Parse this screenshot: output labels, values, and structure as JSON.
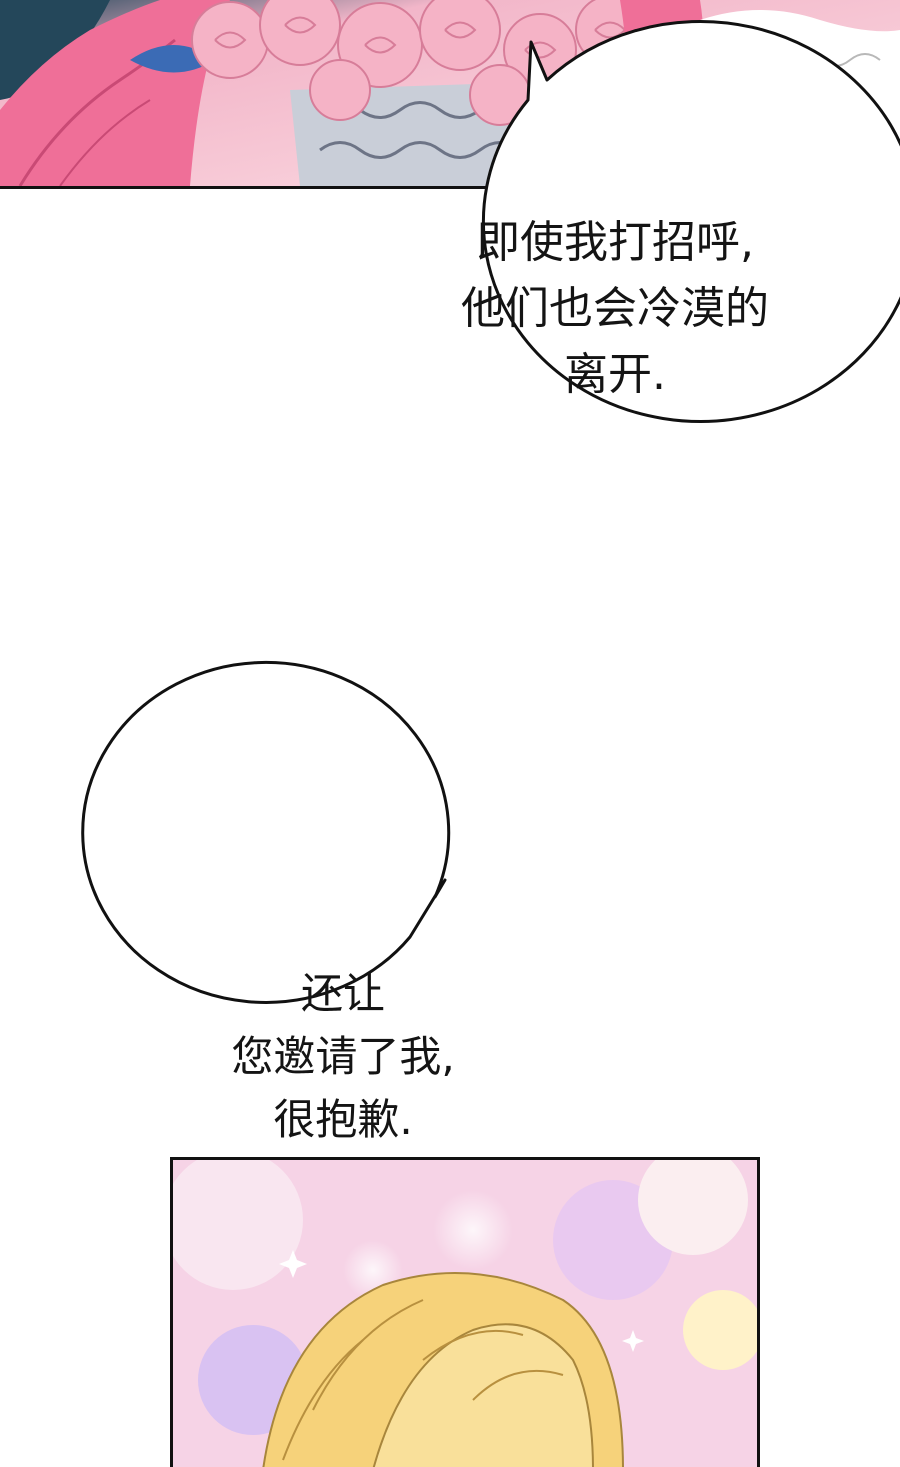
{
  "bubbles": [
    {
      "lines": [
        "即使我打招呼,",
        "他们也会冷漠的",
        "离开."
      ]
    },
    {
      "lines": [
        "还让",
        "您邀请了我,",
        "很抱歉."
      ]
    }
  ],
  "colors": {
    "page_background": "#ffffff",
    "ink": "#111111",
    "rose_pink": "#f3a9bf",
    "hair_pink": "#ef6f98",
    "bokeh_pink": "#f6d3e6",
    "hair_blonde": "#f6d27a"
  }
}
